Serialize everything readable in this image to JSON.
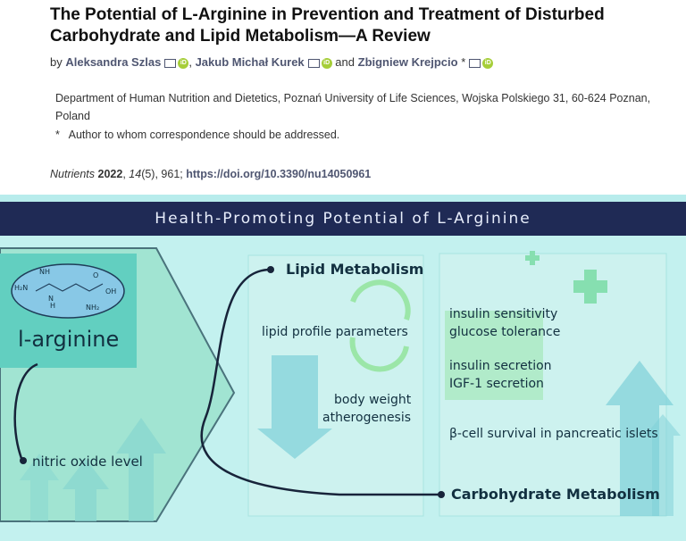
{
  "title": "The Potential of L-Arginine in Prevention and Treatment of Disturbed Carbohydrate and Lipid Metabolism—A Review",
  "authors": {
    "by": "by",
    "author1": "Aleksandra Szlas",
    "sep1": ",",
    "author2": "Jakub Michał Kurek",
    "and": "and",
    "author3": "Zbigniew Krejpcio",
    "corr_mark": "*"
  },
  "affiliation": "Department of Human Nutrition and Dietetics, Poznań University of Life Sciences, Wojska Polskiego 31, 60-624 Poznan, Poland",
  "correspondence": {
    "mark": "*",
    "text": "Author to whom correspondence should be addressed."
  },
  "citation": {
    "journal": "Nutrients",
    "year": "2022",
    "volume": "14",
    "issue": "(5), 961;",
    "doi": "https://doi.org/10.3390/nu14050961"
  },
  "graphic": {
    "banner": "Health-Promoting Potential of L-Arginine",
    "molecule_label": "l-arginine",
    "no_label": "nitric oxide level",
    "lipid_title": "Lipid Metabolism",
    "lipid_item1": "lipid profile parameters",
    "lipid_item2a": "body weight",
    "lipid_item2b": "atherogenesis",
    "carb_item1a": "insulin sensitivity",
    "carb_item1b": "glucose tolerance",
    "carb_item2a": "insulin secretion",
    "carb_item2b": "IGF-1 secretion",
    "carb_item3": "β-cell survival in pancreatic islets",
    "carb_title": "Carbohydrate Metabolism",
    "chem": {
      "nh": "NH",
      "h2n": "H₂N",
      "n": "N",
      "h": "H",
      "o": "O",
      "oh": "OH",
      "nh2": "NH₂"
    }
  },
  "colors": {
    "banner": "#1f2a55",
    "bg": "#b8ecec",
    "link": "#4f5671",
    "orcid": "#a6ce39"
  }
}
